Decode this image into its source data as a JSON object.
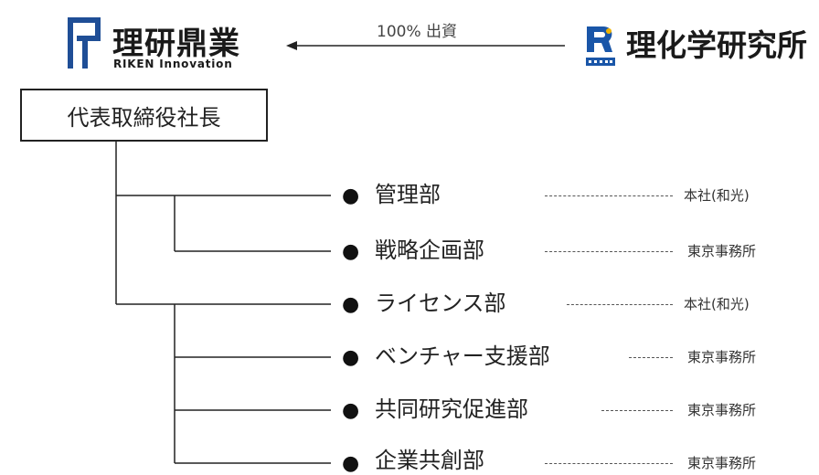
{
  "logo_left": {
    "name": "理研鼎業",
    "subtitle": "RIKEN Innovation",
    "mark_icon": "riken-innovation-mark-icon",
    "color": "#1f4e96"
  },
  "investment": {
    "label": "100% 出資",
    "arrow_icon": "arrow-left-icon"
  },
  "logo_right": {
    "name": "理化学研究所",
    "mark_icon": "riken-mark-icon",
    "color": "#1a56a8"
  },
  "top_role": "代表取締役社長",
  "departments": [
    {
      "label": "管理部",
      "location": "本社(和光)"
    },
    {
      "label": "戦略企画部",
      "location": "東京事務所"
    },
    {
      "label": "ライセンス部",
      "location": "本社(和光)"
    },
    {
      "label": "ベンチャー支援部",
      "location": "東京事務所"
    },
    {
      "label": "共同研究促進部",
      "location": "東京事務所"
    },
    {
      "label": "企業共創部",
      "location": "東京事務所"
    }
  ],
  "bullet_glyph": "●"
}
